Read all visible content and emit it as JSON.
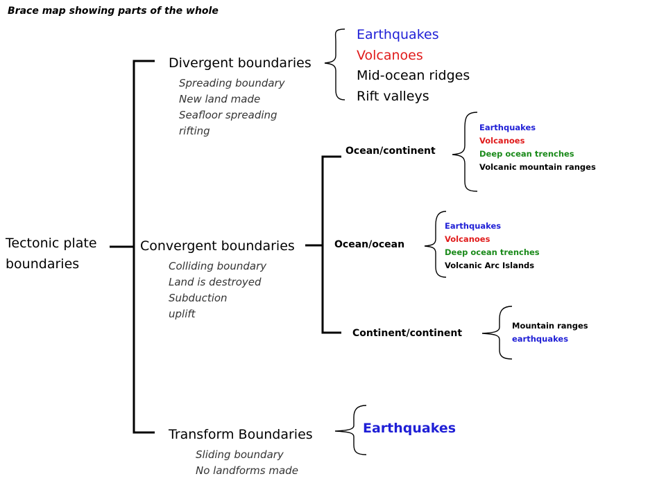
{
  "title": "Brace map showing parts of the whole",
  "root": {
    "line1": "Tectonic plate",
    "line2": "boundaries"
  },
  "divergent": {
    "label": "Divergent boundaries",
    "notes": [
      "Spreading boundary",
      "New land made",
      "Seafloor spreading",
      "rifting"
    ],
    "results": [
      {
        "text": "Earthquakes",
        "color": "#1f1fd6"
      },
      {
        "text": "Volcanoes",
        "color": "#e01b1b"
      },
      {
        "text": "Mid-ocean ridges",
        "color": "#000000"
      },
      {
        "text": "Rift valleys",
        "color": "#000000"
      }
    ]
  },
  "convergent": {
    "label": "Convergent boundaries",
    "notes": [
      "Colliding boundary",
      "Land is destroyed",
      "Subduction",
      "uplift"
    ],
    "ocean_continent": {
      "label": "Ocean/continent",
      "results": [
        {
          "text": "Earthquakes",
          "color": "#1f1fd6"
        },
        {
          "text": "Volcanoes",
          "color": "#e01b1b"
        },
        {
          "text": "Deep ocean trenches",
          "color": "#1a8a1a"
        },
        {
          "text": "Volcanic  mountain ranges",
          "color": "#000000"
        }
      ]
    },
    "ocean_ocean": {
      "label": "Ocean/ocean",
      "results": [
        {
          "text": "Earthquakes",
          "color": "#1f1fd6"
        },
        {
          "text": "Volcanoes",
          "color": "#e01b1b"
        },
        {
          "text": "Deep ocean trenches",
          "color": "#1a8a1a"
        },
        {
          "text": "Volcanic  Arc Islands",
          "color": "#000000"
        }
      ]
    },
    "continent_continent": {
      "label": "Continent/continent",
      "results": [
        {
          "text": "Mountain ranges",
          "color": "#000000"
        },
        {
          "text": "earthquakes",
          "color": "#1f1fd6"
        }
      ]
    }
  },
  "transform": {
    "label": "Transform Boundaries",
    "notes": [
      "Sliding boundary",
      "No landforms made"
    ],
    "results": [
      {
        "text": "Earthquakes",
        "color": "#1f1fd6"
      }
    ]
  }
}
